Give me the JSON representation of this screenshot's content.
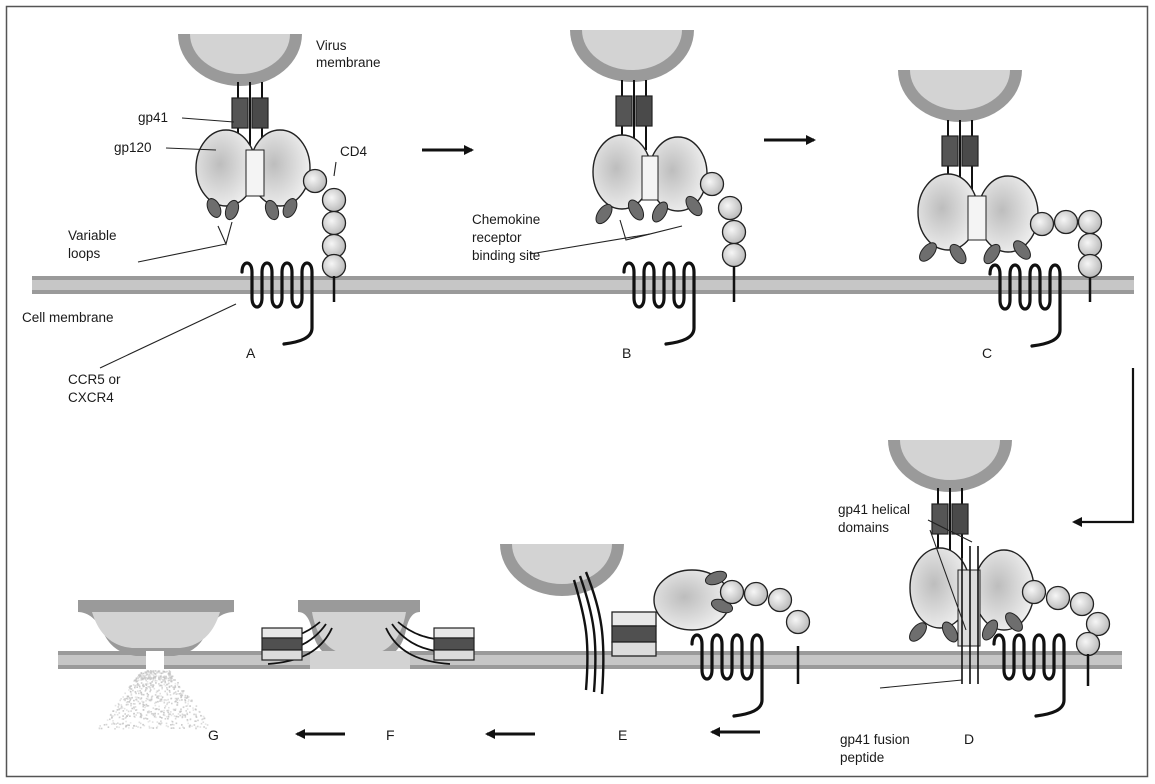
{
  "labels": {
    "virus_membrane": [
      "Virus",
      "membrane"
    ],
    "gp41": "gp41",
    "gp120": "gp120",
    "cd4": "CD4",
    "variable_loops": [
      "Variable",
      "loops"
    ],
    "cell_membrane": "Cell membrane",
    "coreceptor": [
      "CCR5 or",
      "CXCR4"
    ],
    "chemokine_site": [
      "Chemokine",
      "receptor",
      "binding site"
    ],
    "helical_domains": [
      "gp41 helical",
      "domains"
    ],
    "fusion_peptide": [
      "gp41 fusion",
      "peptide"
    ]
  },
  "stages": [
    "A",
    "B",
    "C",
    "D",
    "E",
    "F",
    "G"
  ],
  "colors": {
    "membrane_outer": "#9a9a9a",
    "membrane_inner": "#d2d2d2",
    "gp120": "#e6e6e6",
    "gp41": "#505050",
    "loops": "#6e6e6e",
    "cd4": "#cfcfcf",
    "frame": "#555555"
  }
}
